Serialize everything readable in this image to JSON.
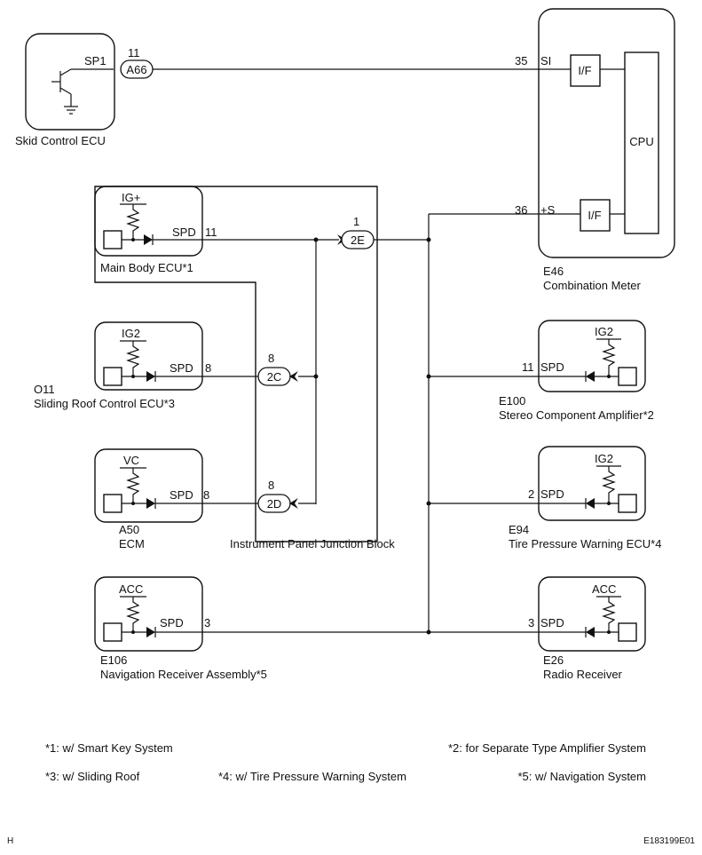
{
  "components": {
    "skid_ecu": {
      "name": "Skid Control ECU",
      "terminal": "SP1",
      "pin": "11",
      "connector": "A66"
    },
    "combination_meter": {
      "code": "E46",
      "name": "Combination Meter",
      "pin_si": "35",
      "term_si": "SI",
      "pin_s": "36",
      "term_s": "+S",
      "if_label": "I/F",
      "cpu_label": "CPU"
    },
    "main_body_ecu": {
      "name": "Main Body ECU*1",
      "power": "IG+",
      "terminal": "SPD",
      "pin": "11",
      "jb_pin": "1",
      "jb_connector": "2E"
    },
    "sliding_roof_ecu": {
      "code": "O11",
      "name": "Sliding Roof Control ECU*3",
      "power": "IG2",
      "terminal": "SPD",
      "pin": "8",
      "jb_pin": "8",
      "jb_connector": "2C"
    },
    "ecm": {
      "code": "A50",
      "name": "ECM",
      "power": "VC",
      "terminal": "SPD",
      "pin": "8",
      "jb_pin": "8",
      "jb_connector": "2D"
    },
    "junction_block": {
      "name": "Instrument Panel Junction Block"
    },
    "navigation": {
      "code": "E106",
      "name": "Navigation Receiver Assembly*5",
      "power": "ACC",
      "terminal": "SPD",
      "pin": "3"
    },
    "stereo_amp": {
      "code": "E100",
      "name": "Stereo Component Amplifier*2",
      "power": "IG2",
      "terminal": "SPD",
      "pin": "11"
    },
    "tire_pressure_ecu": {
      "code": "E94",
      "name": "Tire Pressure Warning ECU*4",
      "power": "IG2",
      "terminal": "SPD",
      "pin": "2"
    },
    "radio_receiver": {
      "code": "E26",
      "name": "Radio Receiver",
      "power": "ACC",
      "terminal": "SPD",
      "pin": "3"
    }
  },
  "notes": {
    "n1": "*1: w/ Smart Key System",
    "n2": "*2: for Separate Type Amplifier System",
    "n3": "*3: w/ Sliding Roof",
    "n4": "*4: w/ Tire Pressure Warning System",
    "n5": "*5: w/ Navigation System"
  },
  "footer": {
    "left": "H",
    "right": "E183199E01"
  }
}
